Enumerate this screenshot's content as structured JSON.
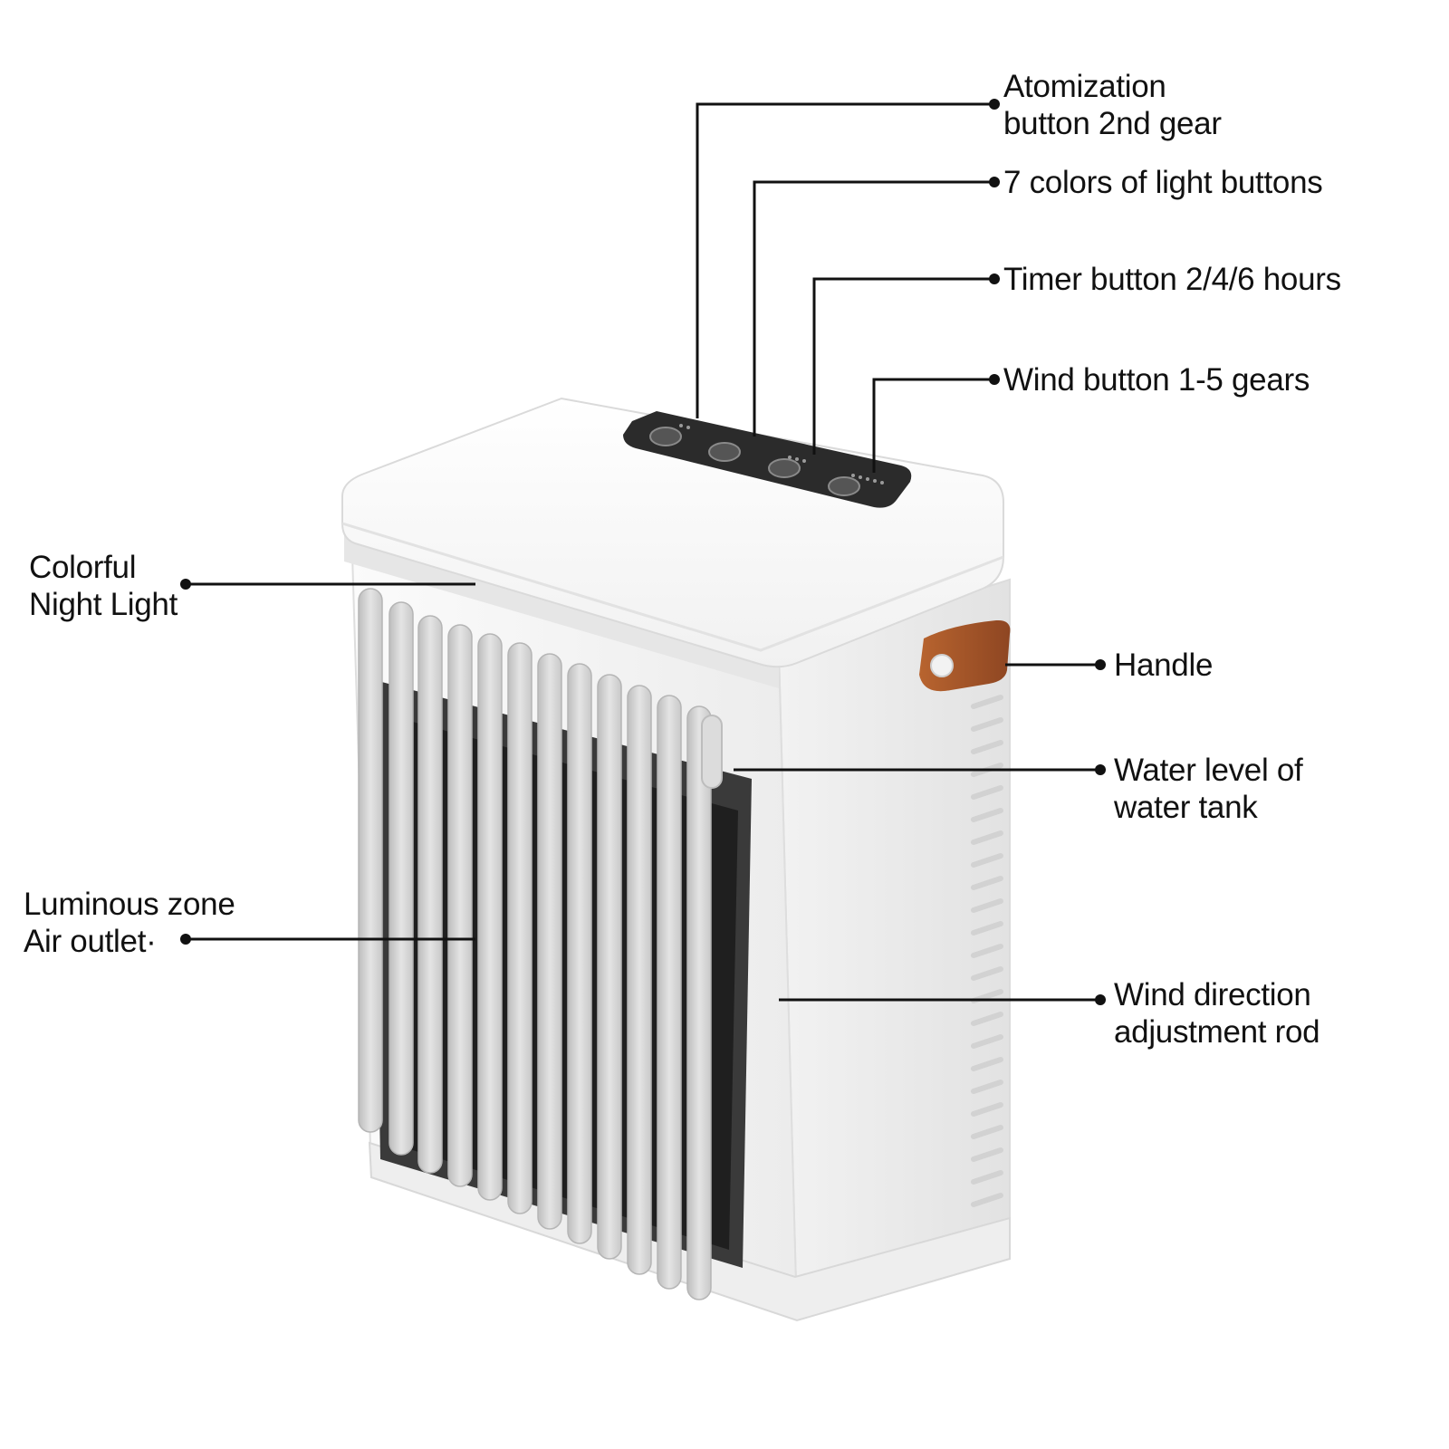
{
  "callouts": {
    "atomization": {
      "line1": "Atomization",
      "line2": "button 2nd gear"
    },
    "light": {
      "line1": "7 colors of light buttons"
    },
    "timer": {
      "line1": "Timer button 2/4/6 hours"
    },
    "wind": {
      "line1": "Wind button 1-5 gears"
    },
    "night_light": {
      "line1": "Colorful",
      "line2": "Night Light"
    },
    "handle": {
      "line1": "Handle"
    },
    "water_level": {
      "line1": "Water level of",
      "line2": "water tank"
    },
    "air_outlet": {
      "line1": "Luminous zone",
      "line2": "Air outlet·"
    },
    "wind_direction": {
      "line1": "Wind direction",
      "line2": "adjustment rod"
    }
  },
  "colors": {
    "body": "#f4f4f4",
    "lid": "#fafafa",
    "panel": "#2b2b2b",
    "louver": "#d7d7d7",
    "handle": "#a5562c",
    "leader": "#111111"
  }
}
